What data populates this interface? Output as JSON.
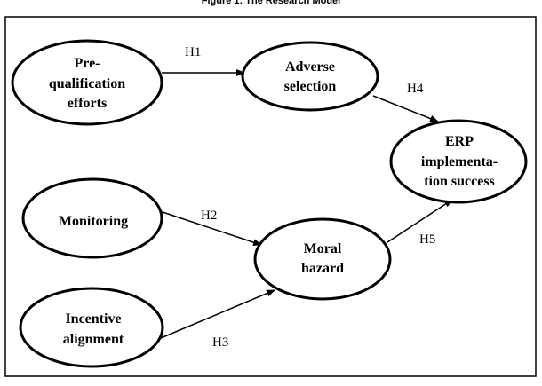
{
  "figure": {
    "title": "Figure 1: The Research Model"
  },
  "nodes": {
    "prequalification": {
      "lines": [
        "Pre-",
        "qualification",
        "efforts"
      ]
    },
    "adverse_selection": {
      "lines": [
        "Adverse",
        "selection"
      ]
    },
    "erp_success": {
      "lines": [
        "ERP",
        "implementa-",
        "tion success"
      ]
    },
    "monitoring": {
      "lines": [
        "Monitoring"
      ]
    },
    "moral_hazard": {
      "lines": [
        "Moral",
        "hazard"
      ]
    },
    "incentive_alignment": {
      "lines": [
        "Incentive",
        "alignment"
      ]
    }
  },
  "hypotheses": {
    "h1": "H1",
    "h2": "H2",
    "h3": "H3",
    "h4": "H4",
    "h5": "H5"
  }
}
